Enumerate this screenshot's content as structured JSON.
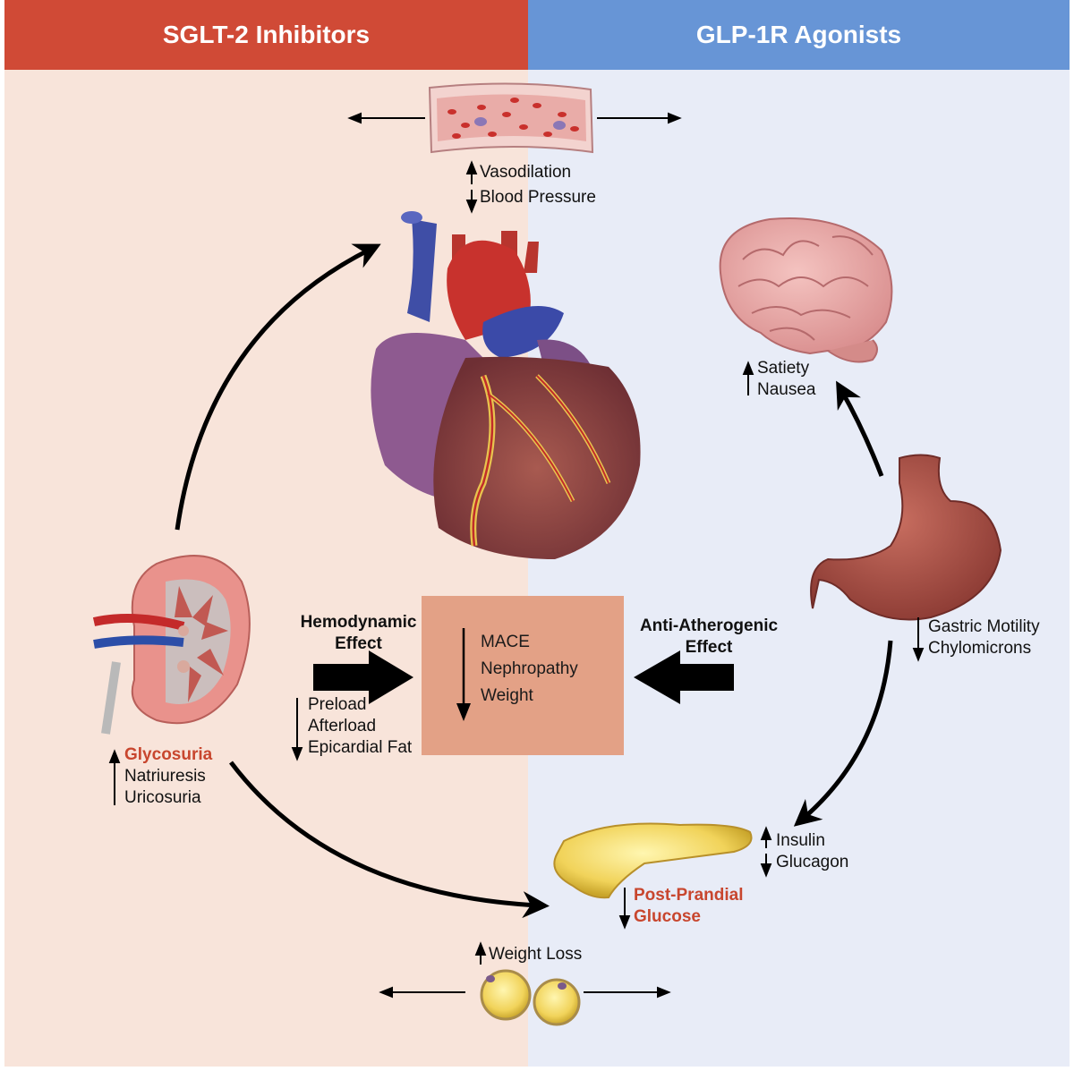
{
  "header": {
    "left_title": "SGLT-2 Inhibitors",
    "right_title": "GLP-1R Agonists"
  },
  "colors": {
    "left_header": "#d04a36",
    "right_header": "#6795d6",
    "left_bg": "#f8e4da",
    "right_bg": "#e8ecf7",
    "center_box": "#e3a186",
    "highlight_text": "#c8462e"
  },
  "vessel": {
    "effects": [
      "Vasodilation",
      "Blood Pressure"
    ]
  },
  "brain": {
    "effects": [
      "Satiety",
      "Nausea"
    ]
  },
  "stomach": {
    "effects": [
      "Gastric Motility",
      "Chylomicrons"
    ]
  },
  "kidney": {
    "effects": [
      "Glycosuria",
      "Natriuresis",
      "Uricosuria"
    ]
  },
  "hemodynamic": {
    "title_line1": "Hemodynamic",
    "title_line2": "Effect",
    "effects": [
      "Preload",
      "Afterload",
      "Epicardial Fat"
    ]
  },
  "anti_atherogenic": {
    "title_line1": "Anti-Atherogenic",
    "title_line2": "Effect"
  },
  "outcomes": {
    "items": [
      "MACE",
      "Nephropathy",
      "Weight"
    ]
  },
  "pancreas": {
    "hormones": [
      "Insulin",
      "Glucagon"
    ],
    "glucose_line1": "Post-Prandial",
    "glucose_line2": "Glucose"
  },
  "fat": {
    "effect": "Weight Loss"
  },
  "icons": {
    "up": "up-arrow-icon",
    "down": "down-arrow-icon",
    "organs": [
      "blood-vessel-icon",
      "heart-icon",
      "brain-icon",
      "stomach-icon",
      "kidney-icon",
      "pancreas-icon",
      "fat-cells-icon"
    ]
  }
}
